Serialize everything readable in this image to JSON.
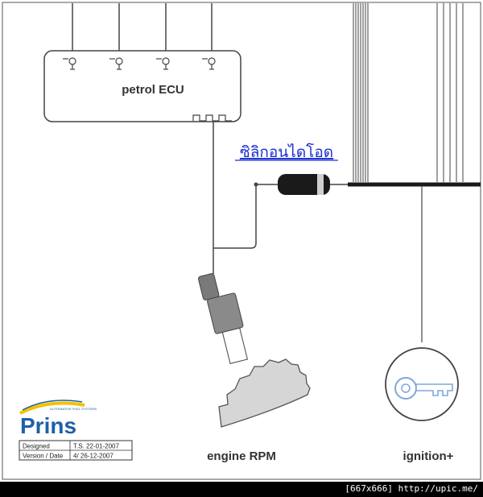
{
  "ecu_label": "petrol ECU",
  "diode_label": "ซิลิกอนไดโอด",
  "rpm_label": "engine RPM",
  "ignition_label": "ignition+",
  "logo": {
    "brand": "Prins",
    "tagline": "ALTERNATIVE FUEL SYSTEMS"
  },
  "title_block": {
    "row1_label": "Designed",
    "row1_value": "T.S. 22-01-2007",
    "row2_label": "Version / Date",
    "row2_value": "4/ 26-12-2007"
  },
  "footer": "[667x666] http://upic.me/",
  "colors": {
    "line": "#333333",
    "diode_label": "#1a2fd0",
    "sensor": "#888888",
    "gear": "#d6d6d6",
    "logo_blue": "#1f5fa8",
    "logo_yellow": "#f2c200",
    "footer_bg": "#000000"
  }
}
